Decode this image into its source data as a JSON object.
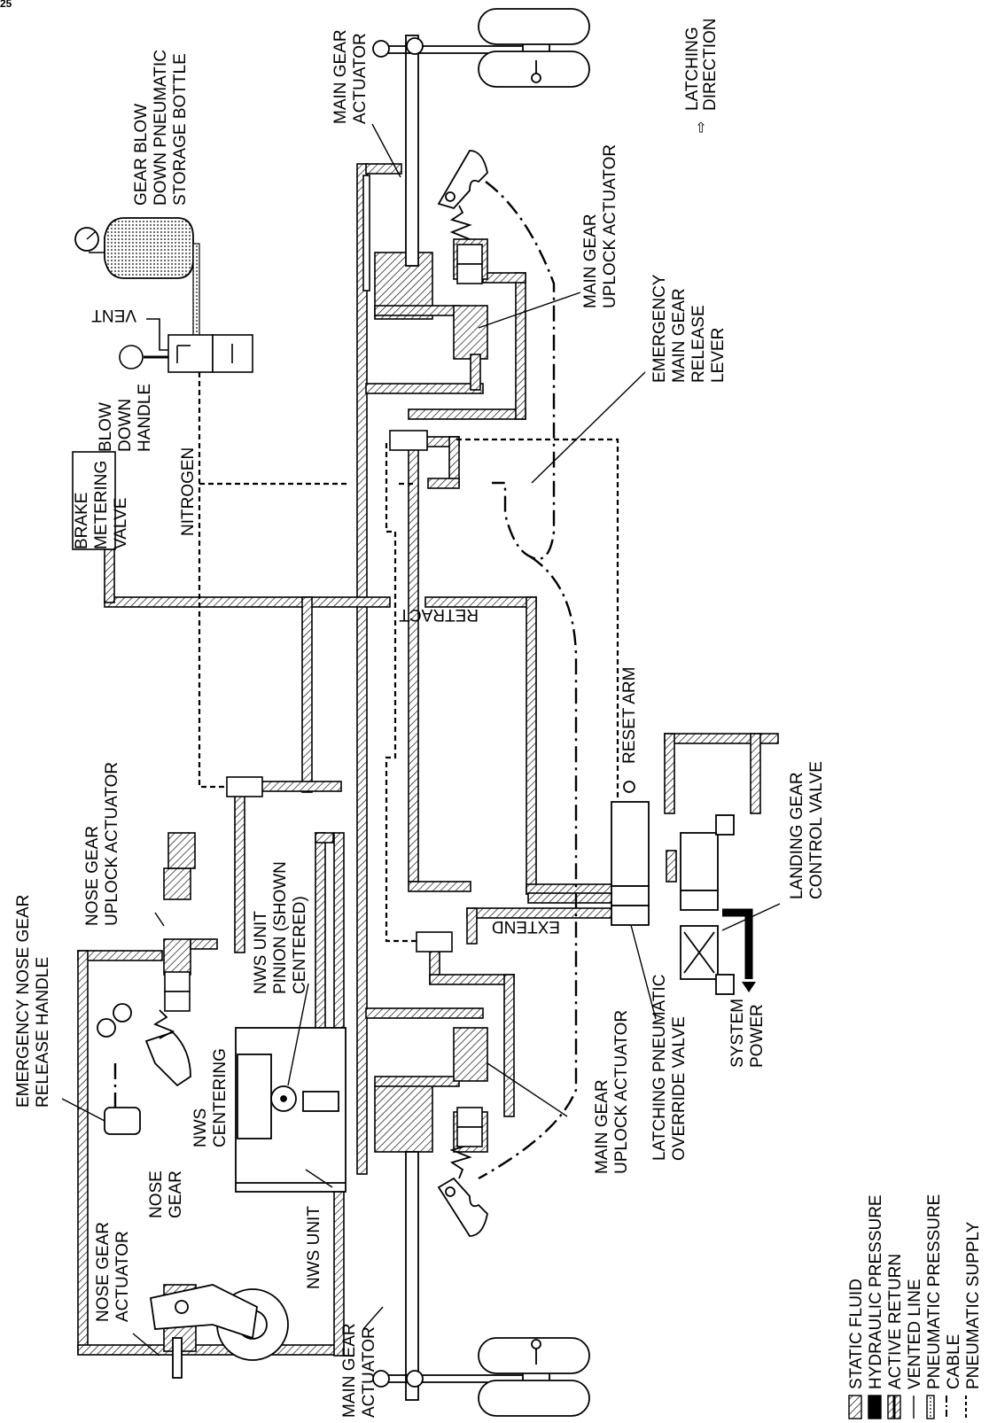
{
  "page_code": "25",
  "labels": {
    "latching_direction": [
      "LATCHING",
      "DIRECTION"
    ],
    "bottle": [
      "GEAR BLOW",
      "DOWN PNEUMATIC",
      "STORAGE BOTTLE"
    ],
    "main_gear_actuator_top": [
      "MAIN GEAR",
      "ACTUATOR"
    ],
    "main_gear_uplock_top": [
      "MAIN GEAR",
      "UPLOCK ACTUATOR"
    ],
    "vent": "VENT",
    "emergency_release_lever": [
      "EMERGENCY",
      "MAIN GEAR",
      "RELEASE",
      "LEVER"
    ],
    "blow_down_handle": [
      "BLOW",
      "DOWN",
      "HANDLE"
    ],
    "brake_metering_valve": [
      "BRAKE",
      "METERING",
      "VALVE"
    ],
    "nitrogen": "NITROGEN",
    "retract": "RETRACT",
    "reset_arm": "RESET ARM",
    "nose_uplock": [
      "NOSE GEAR",
      "UPLOCK ACTUATOR"
    ],
    "emergency_nose_release": [
      "EMERGENCY NOSE GEAR",
      "RELEASE HANDLE"
    ],
    "nws_pinion": [
      "NWS UNIT",
      "PINION (SHOWN",
      "CENTERED)"
    ],
    "nws_centering": [
      "NWS",
      "CENTERING"
    ],
    "landing_gear_control_valve": [
      "LANDING GEAR",
      "CONTROL VALVE"
    ],
    "extend": "EXTEND",
    "main_gear_uplock_bottom": [
      "MAIN GEAR",
      "UPLOCK ACTUATOR"
    ],
    "latching_override": [
      "LATCHING PNEUMATIC",
      "OVERRIDE VALVE"
    ],
    "system_power": [
      "SYSTEM",
      "POWER"
    ],
    "nose_gear_actuator": [
      "NOSE GEAR",
      "ACTUATOR"
    ],
    "nose_gear": [
      "NOSE",
      "GEAR"
    ],
    "nws_unit": "NWS UNIT",
    "main_gear_actuator_bottom": [
      "MAIN GEAR",
      "ACTUATOR"
    ]
  },
  "legend": [
    "STATIC FLUID",
    "HYDRAULIC PRESSURE",
    "ACTIVE RETURN",
    "VENTED LINE",
    "PNEUMATIC PRESSURE",
    "CABLE",
    "PNEUMATIC SUPPLY"
  ]
}
